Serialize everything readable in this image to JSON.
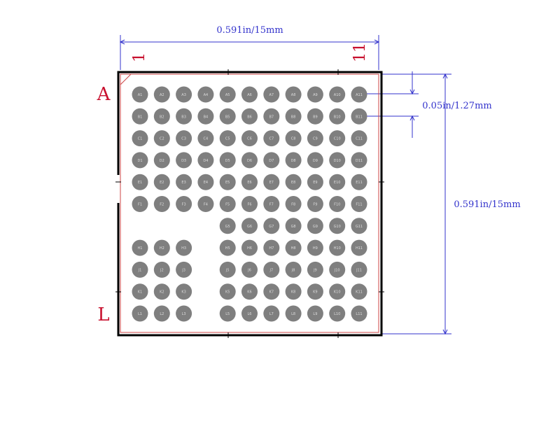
{
  "dimensions": {
    "width_label": "0.591in/15mm",
    "height_label": "0.591in/15mm",
    "pitch_label": "0.05in/1.27mm"
  },
  "corner_labels": {
    "col_first": "1",
    "col_last": "11",
    "row_first": "A",
    "row_last": "L"
  },
  "colors": {
    "outline": "#000000",
    "courtyard": "#cc4444",
    "dimension": "#3333cc",
    "label": "#c8102e",
    "ball": "#7f7f7f",
    "ball_text": "#dcdcdc"
  },
  "grid": {
    "rows": [
      "A",
      "B",
      "C",
      "D",
      "E",
      "F",
      "G",
      "H",
      "J",
      "K",
      "L"
    ],
    "columns": 11,
    "missing": [
      "G1",
      "G2",
      "G3",
      "G4",
      "H4",
      "J4",
      "K4",
      "L4"
    ]
  }
}
